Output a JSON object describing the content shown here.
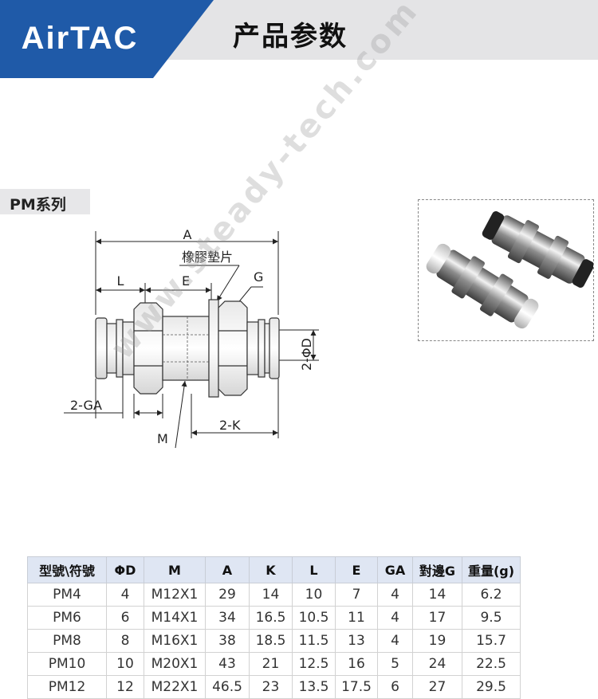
{
  "header": {
    "brand": "AirTAC",
    "title": "产品参数",
    "colors": {
      "brand_blue": "#1f5aa8",
      "band_gray": "#e4e4e6"
    }
  },
  "series": {
    "label": "PM系列"
  },
  "drawing": {
    "labels": {
      "A": "A",
      "gasket": "橡膠墊片",
      "L": "L",
      "E": "E",
      "G": "G",
      "D": "2-ΦD",
      "GA": "2-GA",
      "K": "2-K",
      "M": "M"
    }
  },
  "watermark": "www.steady-tech.com",
  "table": {
    "headers": [
      "型號\\符號",
      "ΦD",
      "M",
      "A",
      "K",
      "L",
      "E",
      "GA",
      "對邊G",
      "重量(g)"
    ],
    "rows": [
      [
        "PM4",
        "4",
        "M12X1",
        "29",
        "14",
        "10",
        "7",
        "4",
        "14",
        "6.2"
      ],
      [
        "PM6",
        "6",
        "M14X1",
        "34",
        "16.5",
        "10.5",
        "11",
        "4",
        "17",
        "9.5"
      ],
      [
        "PM8",
        "8",
        "M16X1",
        "38",
        "18.5",
        "11.5",
        "13",
        "4",
        "19",
        "15.7"
      ],
      [
        "PM10",
        "10",
        "M20X1",
        "43",
        "21",
        "12.5",
        "16",
        "5",
        "24",
        "22.5"
      ],
      [
        "PM12",
        "12",
        "M22X1",
        "46.5",
        "23",
        "13.5",
        "17.5",
        "6",
        "27",
        "29.5"
      ]
    ]
  }
}
